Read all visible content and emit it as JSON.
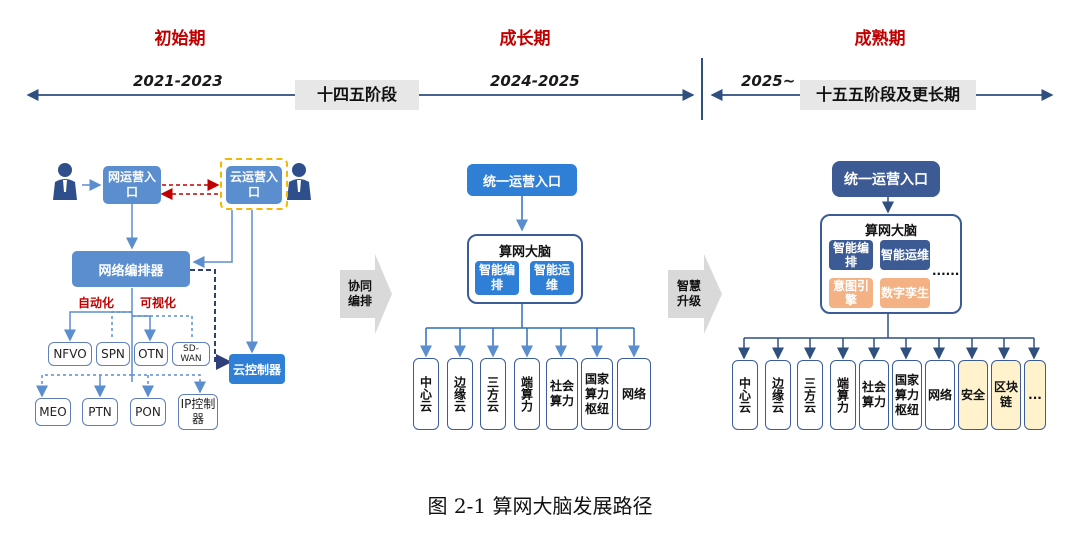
{
  "phases": [
    {
      "label": "初始期"
    },
    {
      "label": "成长期"
    },
    {
      "label": "成熟期"
    }
  ],
  "timeline": {
    "period1": "2021-2023",
    "stage1": "十四五阶段",
    "period2": "2024-2025",
    "period3": "2025~",
    "stage2": "十五五阶段及更长期"
  },
  "panel1": {
    "net_ops": "网运营入口",
    "cloud_ops": "云运营入口",
    "orchestrator": "网络编排器",
    "automation": "自动化",
    "visualization": "可视化",
    "cloud_controller": "云控制器",
    "row1": [
      "NFVO",
      "SPN",
      "OTN",
      "SD-WAN"
    ],
    "row2": [
      "MEO",
      "PTN",
      "PON",
      "IP控制器"
    ]
  },
  "transition1": "协同编排",
  "transition2": "智慧升级",
  "panel2": {
    "entry": "统一运营入口",
    "brain": "算网大脑",
    "smart_orch": "智能编排",
    "smart_ops": "智能运维",
    "columns": [
      "中心云",
      "边缘云",
      "三方云",
      "端算力",
      "社会算力",
      "国家算力枢纽",
      "网络"
    ]
  },
  "panel3": {
    "entry": "统一运营入口",
    "brain": "算网大脑",
    "smart_orch": "智能编排",
    "smart_ops": "智能运维",
    "intent": "意图引擎",
    "twin": "数字孪生",
    "ellipsis": "......",
    "columns": [
      "中心云",
      "边缘云",
      "三方云",
      "端算力",
      "社会算力",
      "国家算力枢纽",
      "网络",
      "安全",
      "区块链",
      "..."
    ]
  },
  "caption": "图 2-1  算网大脑发展路径",
  "colors": {
    "phase_red": "#c00000",
    "box_blue": "#5b8ecf",
    "dark_blue": "#3c5a94",
    "orange": "#f4b183",
    "yellow": "#fff2cc"
  }
}
